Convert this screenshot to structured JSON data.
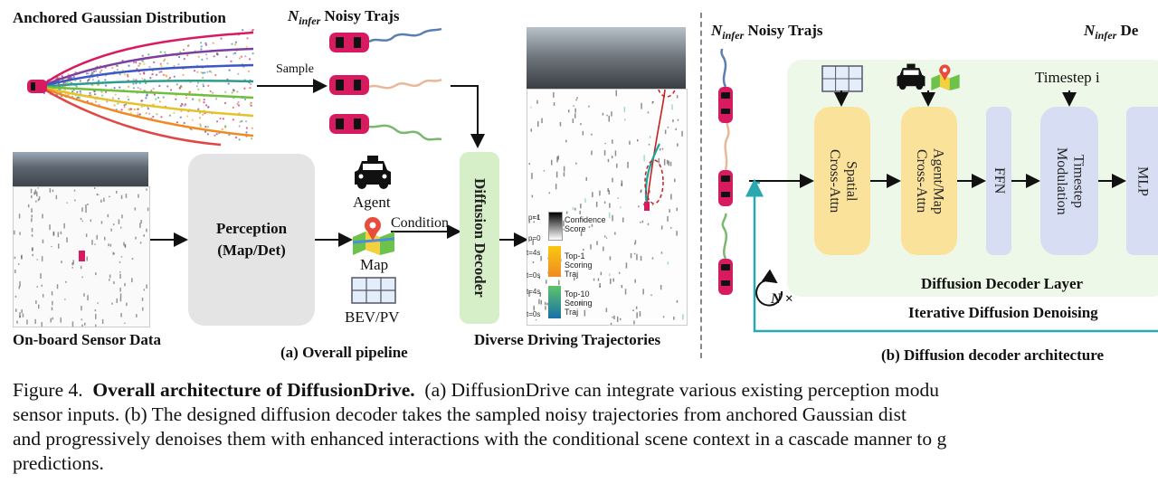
{
  "colors": {
    "car_body": "#d81b60",
    "perception_box": "#e4e4e4",
    "diffusion_decoder_box": "#d7efc8",
    "decoder_layer_bg": "#eef8e8",
    "yellow_block": "#fbe29a",
    "lavender_block": "#d7ddf2",
    "teal_arrow": "#2aa8b0",
    "dashed_separator": "#888888"
  },
  "left_panel": {
    "anchored_title": "Anchored Gaussian Distribution",
    "noisy_trajs_label": {
      "n": "N",
      "sub": "infer",
      "rest": " Noisy Trajs"
    },
    "sample_label": "Sample",
    "sensor_label": "On-board Sensor Data",
    "perception_line1": "Perception",
    "perception_line2": "(Map/Det)",
    "agent_label": "Agent",
    "map_label": "Map",
    "bev_label": "BEV/PV",
    "condition_label": "Condition",
    "diffusion_decoder_label": "Diffusion Decoder",
    "diverse_label": "Diverse Driving Trajectories",
    "legend": {
      "p1": "p=1",
      "p0": "p=0",
      "confidence": "Confidence Score",
      "t4s_a": "t=4s",
      "t0s_a": "t=0s",
      "top1": "Top-1 Scoring Traj",
      "t4s_b": "t=4s",
      "t0s_b": "t=0s",
      "top10": "Top-10 Scoring Traj"
    },
    "caption": "(a) Overall pipeline"
  },
  "right_panel": {
    "noisy_trajs_label": {
      "n": "N",
      "sub": "infer",
      "rest": " Noisy Trajs"
    },
    "denoised_label_partial": {
      "n": "N",
      "sub": "infer",
      "rest": " De"
    },
    "timestep_label": "Timestep i",
    "spatial_line1": "Spatial",
    "spatial_line2": "Cross-Attn",
    "agentmap_line1": "Agent/Map",
    "agentmap_line2": "Cross-Attn",
    "ffn": "FFN",
    "timestep_line1": "Timestep",
    "timestep_line2": "Modulation",
    "mlp": "MLP",
    "layer_label": "Diffusion Decoder Layer",
    "loop_label": "N ×",
    "iterative_label": "Iterative Diffusion Denoising",
    "caption": "(b) Diffusion decoder architecture"
  },
  "figure_caption": {
    "line1_prefix": "Figure 4.  ",
    "line1_bold": "Overall architecture of DiffusionDrive.",
    "line1_rest": "  (a) DiffusionDrive can integrate various existing perception modu",
    "line2": "sensor inputs.  (b) The designed diffusion decoder takes the sampled noisy trajectories from anchored Gaussian dist",
    "line3": "and progressively denoises them with enhanced interactions with the conditional scene context in a cascade manner to g",
    "line4": "predictions."
  }
}
